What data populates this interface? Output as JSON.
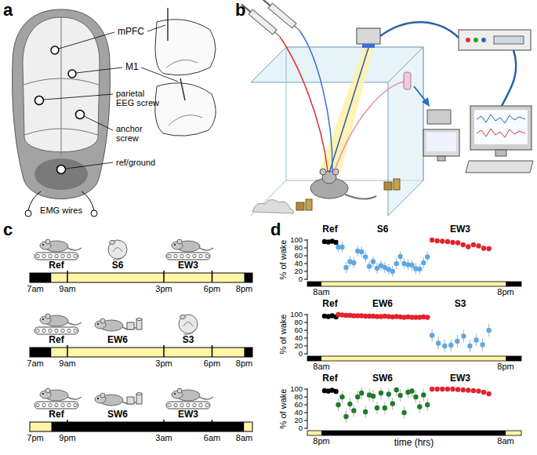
{
  "diagram": {
    "labels": [
      "a",
      "mPFC",
      "M1",
      "parietal EEG screw",
      "anchor screw",
      "ref/ground",
      "EMG wires",
      "b",
      "c",
      "Ref",
      "S6",
      "EW3",
      "7am",
      "9am",
      "3pm",
      "6pm",
      "8pm",
      "Ref",
      "EW6",
      "S3",
      "7am",
      "9am",
      "3pm",
      "6pm",
      "8pm",
      "Ref",
      "SW6",
      "EW3",
      "7pm",
      "9pm",
      "3am",
      "6am",
      "8am",
      "d",
      "% of wake",
      "100",
      "80",
      "60",
      "40",
      "20",
      "0",
      "Ref",
      "S6",
      "EW3",
      "8am",
      "8pm",
      "% of wake",
      "100",
      "80",
      "60",
      "40",
      "20",
      "0",
      "Ref",
      "EW6",
      "S3",
      "8am",
      "8pm",
      "% of wake",
      "100",
      "80",
      "60",
      "40",
      "20",
      "0",
      "Ref",
      "SW6",
      "EW3",
      "8pm",
      "8am",
      "time (hrs)"
    ]
  }
}
